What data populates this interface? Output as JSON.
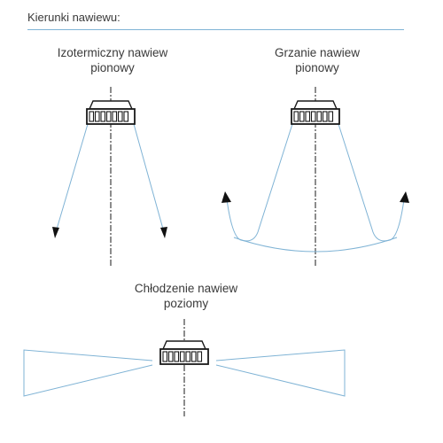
{
  "header": {
    "title": "Kierunki nawiewu:"
  },
  "modes": [
    {
      "id": "isothermal",
      "title_line1": "Izotermiczny nawiew",
      "title_line2": "pionowy"
    },
    {
      "id": "heating",
      "title_line1": "Grzanie nawiew",
      "title_line2": "pionowy"
    },
    {
      "id": "cooling",
      "title_line1": "Chłodzenie nawiew",
      "title_line2": "poziomy"
    }
  ],
  "colors": {
    "airflow": "#7fb3d5",
    "unit_stroke": "#1a1a1a",
    "text": "#3a3a3a"
  }
}
